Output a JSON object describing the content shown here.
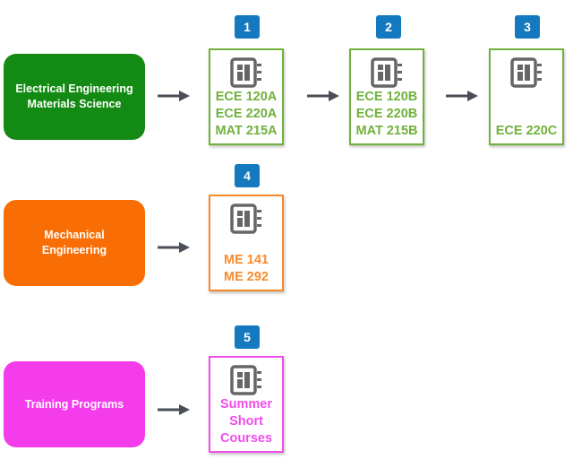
{
  "colors": {
    "green": "#138a13",
    "green_card": "#70b13c",
    "orange": "#f96d05",
    "magenta": "#f53cec",
    "badge": "#1479bf",
    "arrow": "#4a4f57"
  },
  "programs": [
    {
      "lines": [
        "Electrical Engineering",
        "Materials Science"
      ]
    },
    {
      "lines": [
        "Mechanical",
        "Engineering"
      ]
    },
    {
      "lines": [
        "Training Programs"
      ]
    }
  ],
  "cards": [
    {
      "badge": "1",
      "icon": "chip-icon",
      "courses": [
        "ECE 120A",
        "ECE 220A",
        "MAT 215A"
      ]
    },
    {
      "badge": "2",
      "icon": "chip-icon",
      "courses": [
        "ECE 120B",
        "ECE 220B",
        "MAT 215B"
      ]
    },
    {
      "badge": "3",
      "icon": "chip-icon",
      "courses": [
        "ECE 220C"
      ]
    },
    {
      "badge": "4",
      "icon": "chip-icon",
      "courses": [
        "ME 141",
        "ME 292"
      ]
    },
    {
      "badge": "5",
      "icon": "chip-icon",
      "courses": [
        "Summer",
        "Short",
        "Courses"
      ]
    }
  ]
}
